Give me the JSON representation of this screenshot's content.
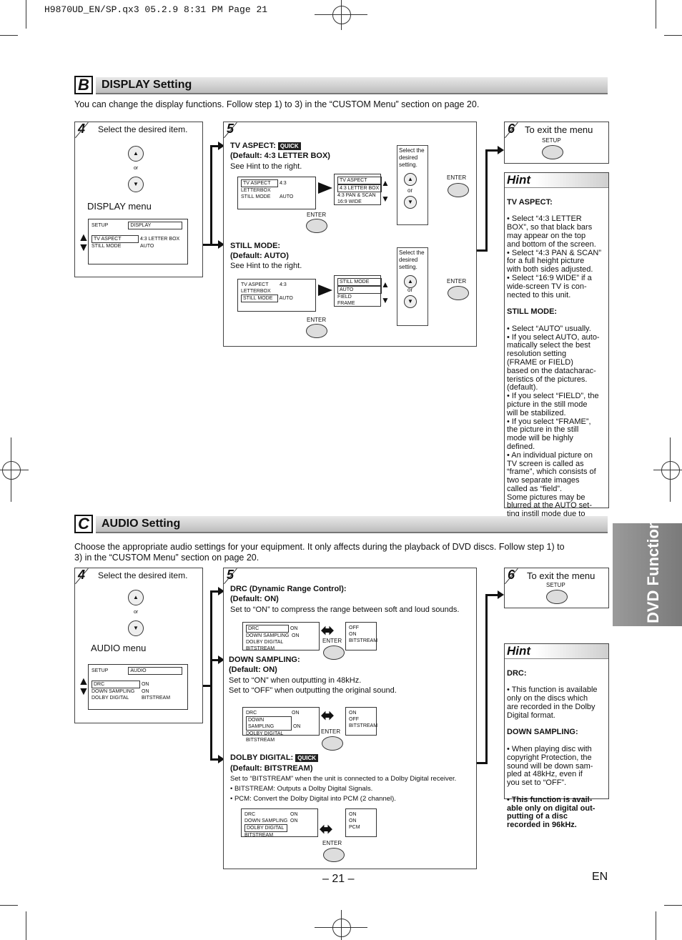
{
  "header": {
    "slug": "H9870UD_EN/SP.qx3   05.2.9 8:31 PM   Page 21"
  },
  "display_section": {
    "letter": "B",
    "title": "DISPLAY Setting",
    "intro": "You can change the display functions. Follow step 1) to 3) in the “CUSTOM Menu” section on page 20.",
    "step4": {
      "num": "4",
      "label": "Select the desired item.",
      "or": "or",
      "menu_title": "DISPLAY menu",
      "menu": {
        "setup": "SETUP",
        "tab": "DISPLAY",
        "row1": "TV ASPECT",
        "row1_val": "4:3 LETTER BOX",
        "row2": "STILL MODE",
        "row2_val": "AUTO"
      }
    },
    "step5": {
      "num": "5",
      "tv_aspect": {
        "title": "TV ASPECT:",
        "quick": "QUICK",
        "default": "(Default: 4:3 LETTER BOX)",
        "hint": "See Hint to the right.",
        "screen_a": {
          "r1": "TV ASPECT",
          "r1v": "4:3 LETTERBOX",
          "r2": "STILL MODE",
          "r2v": "AUTO"
        },
        "screen_b": {
          "head": "TV ASPECT",
          "o1": "4:3 LETTER BOX",
          "o2": "4:3 PAN & SCAN",
          "o3": "16:9 WIDE"
        },
        "enter": "ENTER",
        "select": "Select the desired setting.",
        "or": "or",
        "enter2": "ENTER"
      },
      "still_mode": {
        "title": "STILL MODE:",
        "default": "(Default: AUTO)",
        "hint": "See Hint to the right.",
        "screen_a": {
          "r1": "TV ASPECT",
          "r1v": "4:3 LETTERBOX",
          "r2": "STILL MODE",
          "r2v": "AUTO"
        },
        "screen_b": {
          "head": "STILL MODE",
          "o1": "AUTO",
          "o2": "FIELD",
          "o3": "FRAME"
        },
        "enter": "ENTER",
        "select": "Select the desired setting.",
        "or": "or",
        "enter2": "ENTER"
      }
    },
    "step6": {
      "num": "6",
      "label": "To exit the menu",
      "btn": "SETUP"
    },
    "hint": {
      "title": "Hint",
      "tv_head": "TV ASPECT:",
      "tv_body": "• Select “4:3 LETTER\n   BOX”, so that black bars\n   may appear on the top\n   and bottom of the screen.\n• Select “4:3 PAN & SCAN”\n   for a full height picture\n   with both sides adjusted.\n• Select “16:9 WIDE” if a\n   wide-screen TV is con-\n   nected to this unit.",
      "still_head": "STILL MODE:",
      "still_body": "• Select “AUTO” usually.\n• If you select AUTO, auto-\n   matically select the best\n   resolution setting\n   (FRAME or FIELD)\n   based on the datacharac-\n   teristics of the pictures.\n   (default).\n• If you select “FIELD”, the\n   picture in the still mode\n   will be stabilized.\n• If you select “FRAME”,\n   the picture in the still\n   mode will be highly\n   defined.\n• An individual picture on\n   TV screen is called as\n   “frame”, which consists of\n   two separate images\n   called as “field”.\n   Some pictures may be\n   blurred at the AUTO set-\n   ting instill mode due to\n   their data characteristics."
    }
  },
  "audio_section": {
    "letter": "C",
    "title": "AUDIO Setting",
    "intro1": "Choose the appropriate audio settings for your equipment. It only affects during the playback of DVD discs. Follow step 1) to",
    "intro2": "3) in the “CUSTOM Menu” section on page 20.",
    "step4": {
      "num": "4",
      "label": "Select the desired item.",
      "or": "or",
      "menu_title": "AUDIO menu",
      "menu": {
        "setup": "SETUP",
        "tab": "AUDIO",
        "r1": "DRC",
        "r1v": "ON",
        "r2": "DOWN SAMPLING",
        "r2v": "ON",
        "r3": "DOLBY DIGITAL",
        "r3v": "BITSTREAM"
      }
    },
    "step5": {
      "num": "5",
      "drc": {
        "title": "DRC (Dynamic Range Control):",
        "default": "(Default: ON)",
        "desc": "Set to “ON” to compress the range between soft and loud sounds.",
        "left": {
          "r1": "DRC",
          "r1v": "ON",
          "r2": "DOWN SAMPLING",
          "r2v": "ON",
          "r3": "DOLBY DIGITAL",
          "r3v": "BITSTREAM"
        },
        "right": {
          "v1": "OFF",
          "v2": "ON",
          "v3": "BITSTREAM"
        },
        "enter": "ENTER"
      },
      "down": {
        "title": "DOWN SAMPLING:",
        "default": "(Default: ON)",
        "desc1": "Set to “ON” when outputting in 48kHz.",
        "desc2": "Set to “OFF” when outputting the original sound.",
        "left": {
          "r1": "DRC",
          "r1v": "ON",
          "r2": "DOWN SAMPLING",
          "r2v": "ON",
          "r3": "DOLBY DIGITAL",
          "r3v": "BITSTREAM"
        },
        "right": {
          "v1": "ON",
          "v2": "OFF",
          "v3": "BITSTREAM"
        },
        "enter": "ENTER"
      },
      "dolby": {
        "title": "DOLBY DIGITAL:",
        "quick": "QUICK",
        "default": "(Default: BITSTREAM)",
        "desc1": "Set to “BITSTREAM” when the unit is connected to a Dolby Digital receiver.",
        "desc2": "• BITSTREAM: Outputs a Dolby Digital Signals.",
        "desc3": "• PCM: Convert the Dolby Digital into PCM (2 channel).",
        "left": {
          "r1": "DRC",
          "r1v": "ON",
          "r2": "DOWN SAMPLING",
          "r2v": "ON",
          "r3": "DOLBY DIGITAL",
          "r3v": "BITSTREAM"
        },
        "right": {
          "v1": "ON",
          "v2": "ON",
          "v3": "PCM"
        },
        "enter": "ENTER"
      }
    },
    "step6": {
      "num": "6",
      "label": "To exit the menu",
      "btn": "SETUP"
    },
    "hint": {
      "title": "Hint",
      "drc_head": "DRC:",
      "drc_body": "• This function is available\n   only on the discs which\n   are recorded in the Dolby\n   Digital format.",
      "down_head": "DOWN SAMPLING:",
      "down_body": "• When playing disc with\n   copyright Protection, the\n   sound will be down sam-\n   pled at 48kHz, even if\n   you set to “OFF”.",
      "bold_note": "• This function is avail-\n   able only on digital out-\n   putting of a disc\n   recorded in 96kHz."
    }
  },
  "side_tab": "DVD Functions",
  "footer": {
    "page": "– 21 –",
    "lang": "EN"
  }
}
